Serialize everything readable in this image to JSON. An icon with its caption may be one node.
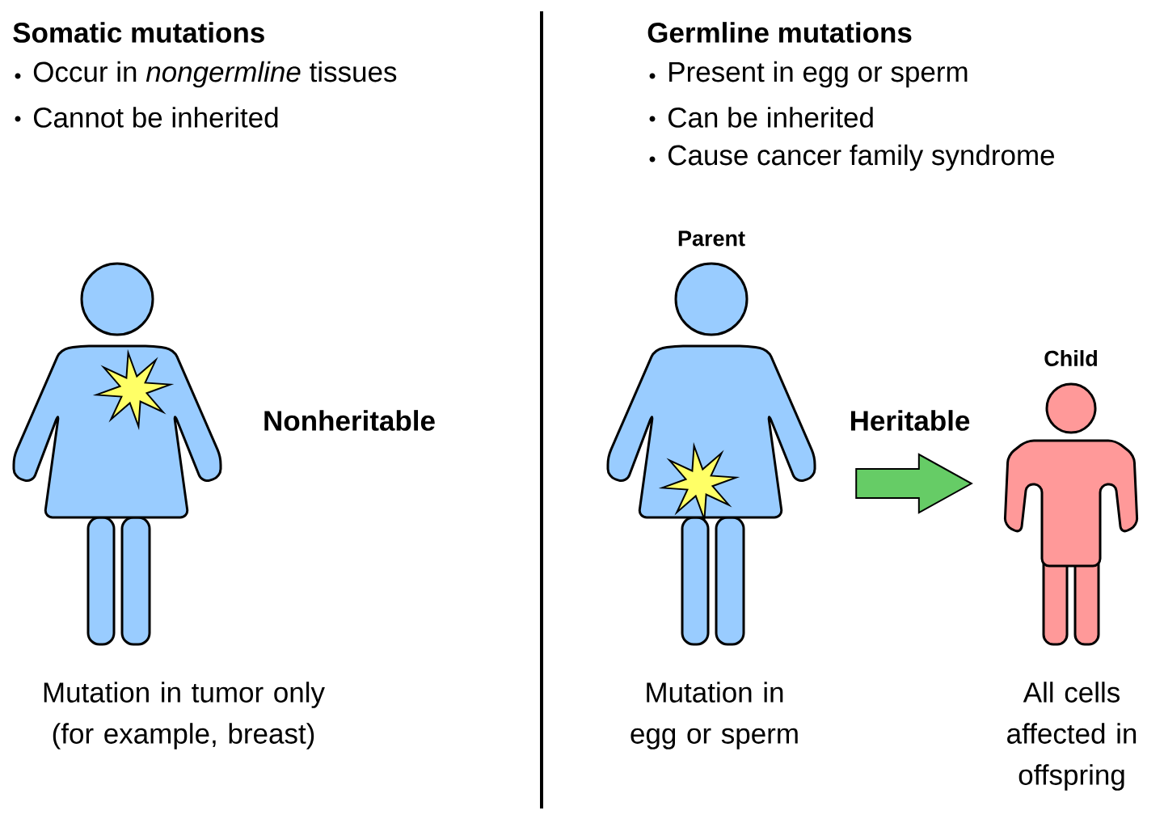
{
  "diagram": {
    "nodes": [
      {
        "text": [
          "Parent"
        ],
        "beside": [
          "Mutation in egg or sperm"
        ]
      },
      {
        "text": [
          "Child"
        ],
        "beside": [
          "All cells affected in offspring"
        ]
      }
    ],
    "edges": [
      {
        "from": 0,
        "to": 1,
        "arrow": "to",
        "label": "Heritable"
      }
    ],
    "labels": [
      "Somatic mutations",
      "Occur in *nongermline* tissues",
      "Cannot be inherited",
      "Germline mutations",
      "Present in egg or sperm",
      "Can be inherited",
      "Cause cancer family syndrome",
      "Nonheritable",
      "Mutation in tumor only (for example, breast)"
    ]
  }
}
